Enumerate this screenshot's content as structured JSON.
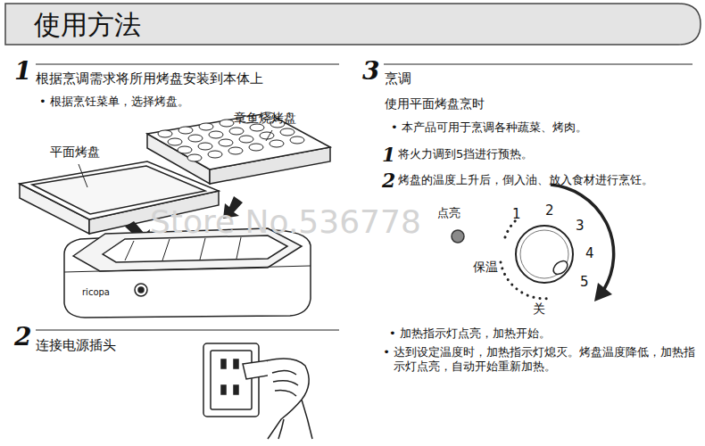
{
  "diagram": {
    "title": "使用方法",
    "labels": [
      "1",
      "根据烹调需求将所用烤盘安装到本体上",
      "• 根据烹饪菜单，选择烤盘。",
      "章鱼烧烤盘",
      "平面烤盘",
      "Store No.536778",
      "ricopa",
      "2",
      "连接电源插头",
      "3",
      "烹调",
      "使用平面烤盘烹时",
      "• 本产品可用于烹调各种蔬菜、烤肉。",
      "1",
      "将火力调到5挡进行预热。",
      "2",
      "烤盘的温度上升后，倒入油、放入食材进行烹饪。",
      "点亮",
      "1",
      "2",
      "3",
      "4",
      "5",
      "保温",
      "关",
      "• 加热指示灯点亮，加热开始。",
      "• 达到设定温度时，加热指示灯熄灭。烤盘温度降低，加热指示灯点亮，自动开始重新加热。"
    ]
  }
}
